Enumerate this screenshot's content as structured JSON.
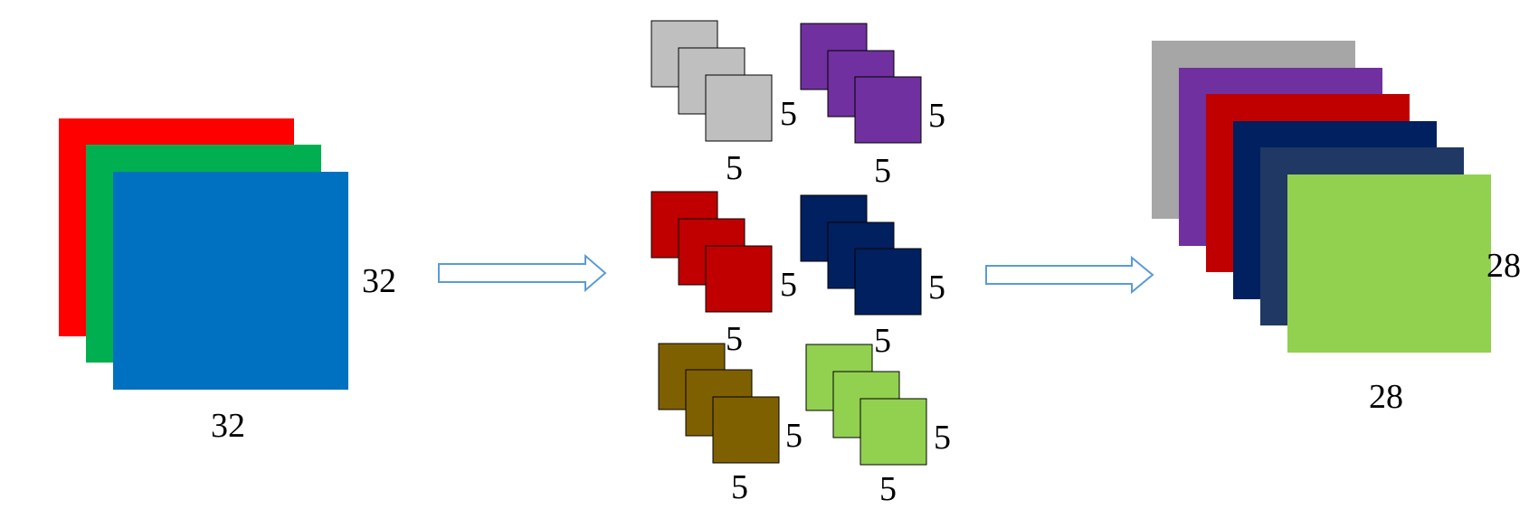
{
  "input": {
    "width_label": "32",
    "height_label": "32",
    "channels": [
      {
        "name": "red-channel",
        "color": "#FF0000"
      },
      {
        "name": "green-channel",
        "color": "#00B050"
      },
      {
        "name": "blue-channel",
        "color": "#0070C0"
      }
    ]
  },
  "filters": [
    {
      "name": "gray",
      "color": "#BFBFBF",
      "height_label": "5",
      "width_label": "5",
      "depth": 3
    },
    {
      "name": "purple",
      "color": "#7030A0",
      "height_label": "5",
      "width_label": "5",
      "depth": 3
    },
    {
      "name": "red",
      "color": "#C00000",
      "height_label": "5",
      "width_label": "5",
      "depth": 3
    },
    {
      "name": "navy",
      "color": "#002060",
      "height_label": "5",
      "width_label": "5",
      "depth": 3
    },
    {
      "name": "olive",
      "color": "#7F6000",
      "height_label": "5",
      "width_label": "5",
      "depth": 3
    },
    {
      "name": "light-green",
      "color": "#92D050",
      "height_label": "5",
      "width_label": "5",
      "depth": 3
    }
  ],
  "output": {
    "width_label": "28",
    "height_label": "28",
    "maps": [
      {
        "name": "gray",
        "color": "#A6A6A6"
      },
      {
        "name": "purple",
        "color": "#7030A0"
      },
      {
        "name": "red",
        "color": "#C00000"
      },
      {
        "name": "navy",
        "color": "#002060"
      },
      {
        "name": "slate-blue",
        "color": "#1F3864"
      },
      {
        "name": "light-green",
        "color": "#92D050"
      }
    ]
  },
  "arrows": {
    "color": "#5B9BD5"
  }
}
